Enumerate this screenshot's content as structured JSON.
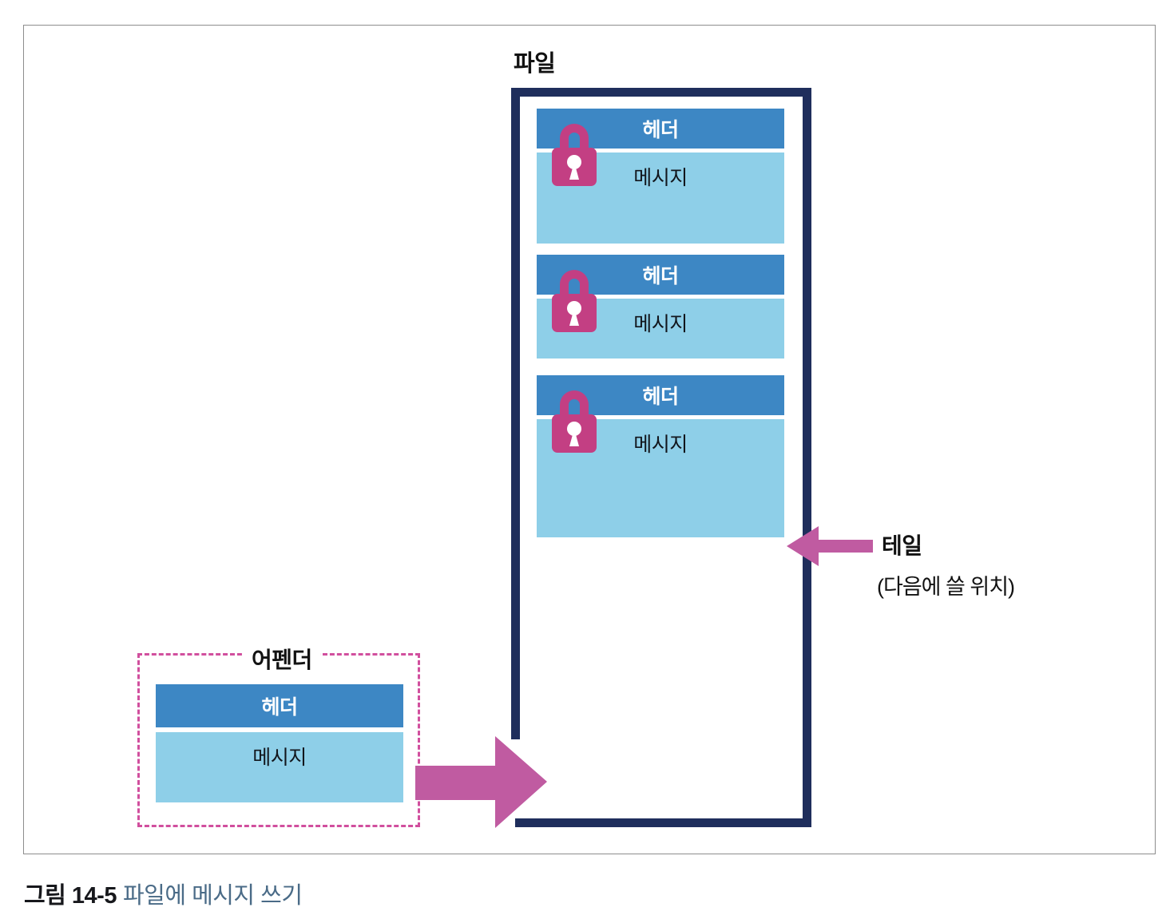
{
  "figure": {
    "caption_number": "그림 14-5",
    "caption_text": "파일에 메시지 쓰기"
  },
  "file": {
    "title": "파일",
    "frame_color": "#1f2e5c",
    "records": [
      {
        "header_label": "헤더",
        "body_label": "메시지",
        "lock_icon": "padlock-icon"
      },
      {
        "header_label": "헤더",
        "body_label": "메시지",
        "lock_icon": "padlock-icon"
      },
      {
        "header_label": "헤더",
        "body_label": "메시지",
        "lock_icon": "padlock-icon"
      }
    ]
  },
  "tail": {
    "label": "테일",
    "sublabel": "(다음에 쓸 위치)",
    "arrow_icon": "arrow-left-icon",
    "arrow_color": "#c05ba1"
  },
  "appender": {
    "title": "어펜더",
    "header_label": "헤더",
    "body_label": "메시지",
    "border_color": "#d14f9e"
  },
  "write_arrow": {
    "icon": "arrow-right-icon",
    "color": "#c05ba1"
  },
  "colors": {
    "header_blue": "#3d87c4",
    "message_blue": "#8ecfe8",
    "navy": "#1f2e5c",
    "magenta": "#c33f83",
    "pink": "#c05ba1",
    "caption_blue": "#4a6b87"
  }
}
